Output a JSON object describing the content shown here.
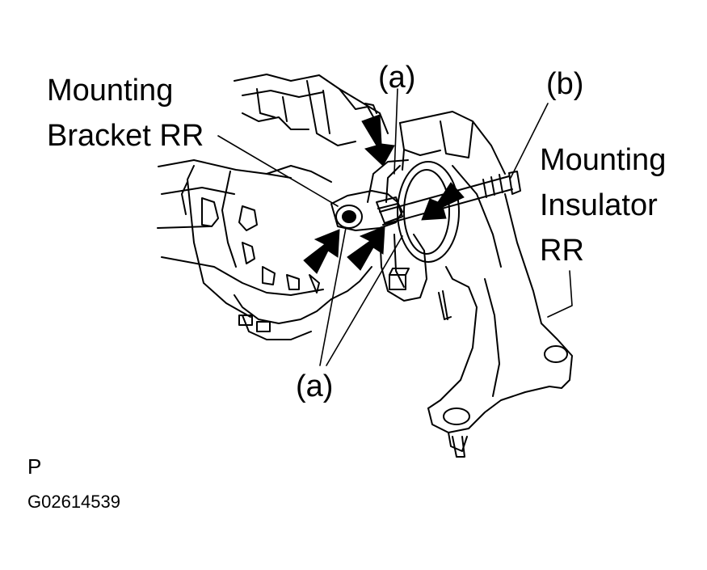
{
  "labels": {
    "mounting_bracket": [
      "Mounting",
      "Bracket RR"
    ],
    "mounting_insulator": [
      "Mounting",
      "Insulator",
      "RR"
    ],
    "callout_a_top": "(a)",
    "callout_b": "(b)",
    "callout_a_bottom": "(a)"
  },
  "footer": {
    "mark": "P",
    "figure_id": "G02614539"
  },
  "colors": {
    "ink": "#000000",
    "paper": "#ffffff"
  }
}
